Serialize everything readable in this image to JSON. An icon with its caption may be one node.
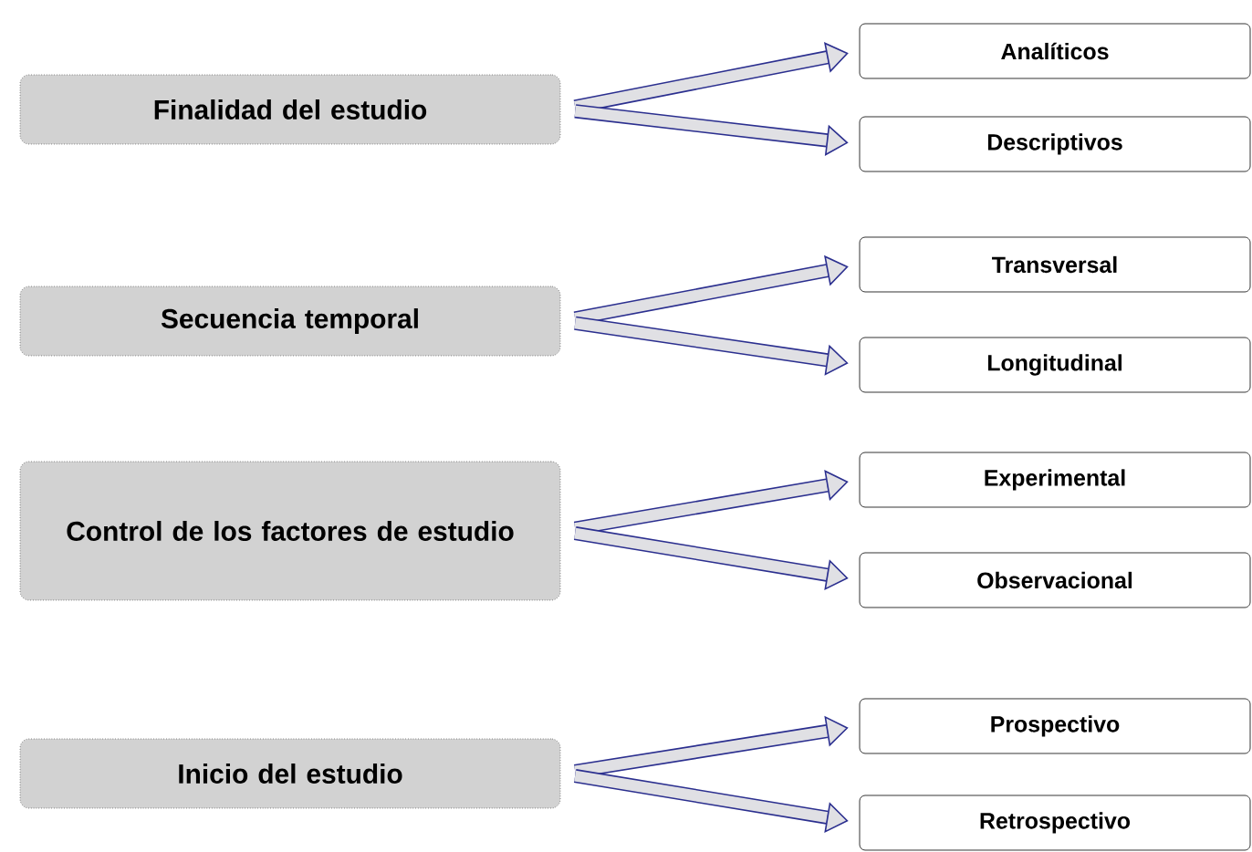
{
  "diagram": {
    "nodes": [
      {
        "text": [
          "Finalidad del estudio"
        ]
      },
      {
        "text": [
          "Analíticos"
        ]
      },
      {
        "text": [
          "Descriptivos"
        ]
      },
      {
        "text": [
          "Secuencia temporal"
        ]
      },
      {
        "text": [
          "Transversal"
        ]
      },
      {
        "text": [
          "Longitudinal"
        ]
      },
      {
        "text": [
          "Control de los factores de estudio"
        ]
      },
      {
        "text": [
          "Experimental"
        ]
      },
      {
        "text": [
          "Observacional"
        ]
      },
      {
        "text": [
          "Inicio del estudio"
        ]
      },
      {
        "text": [
          "Prospectivo"
        ]
      },
      {
        "text": [
          "Retrospectivo"
        ]
      }
    ],
    "edges": [
      {
        "from": 0,
        "to": 1,
        "arrow": "to"
      },
      {
        "from": 0,
        "to": 2,
        "arrow": "to"
      },
      {
        "from": 3,
        "to": 4,
        "arrow": "to"
      },
      {
        "from": 3,
        "to": 5,
        "arrow": "to"
      },
      {
        "from": 6,
        "to": 7,
        "arrow": "to"
      },
      {
        "from": 6,
        "to": 8,
        "arrow": "to"
      },
      {
        "from": 9,
        "to": 10,
        "arrow": "to"
      },
      {
        "from": 9,
        "to": 11,
        "arrow": "to"
      }
    ]
  }
}
